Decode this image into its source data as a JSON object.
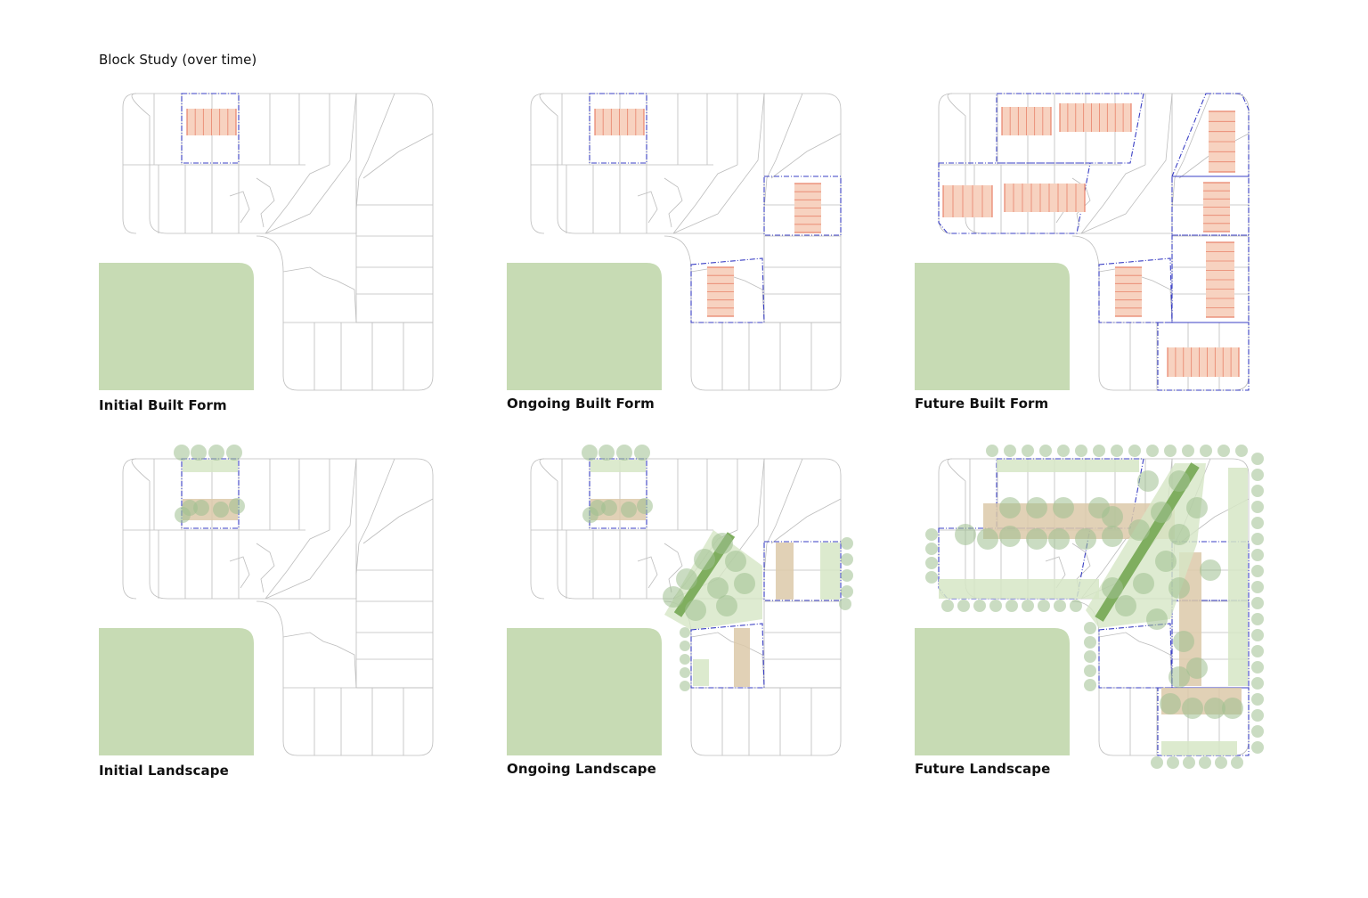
{
  "title": "Block Study (over time)",
  "panels": [
    {
      "id": "initial-built-form",
      "caption": "Initial Built Form"
    },
    {
      "id": "ongoing-built-form",
      "caption": "Ongoing Built Form"
    },
    {
      "id": "future-built-form",
      "caption": "Future Built Form"
    },
    {
      "id": "initial-landscape",
      "caption": "Initial Landscape"
    },
    {
      "id": "ongoing-landscape",
      "caption": "Ongoing Landscape"
    },
    {
      "id": "future-landscape",
      "caption": "Future Landscape"
    }
  ],
  "colors": {
    "park": "#c7dbb4",
    "building_fill": "#f7d2c0",
    "building_line": "#e8826a",
    "site_boundary": "#3a3fc4",
    "parcel_line": "#bdbdbd",
    "tree": "#9fc08f",
    "lawn": "#d6e6c6",
    "path": "#dcc9a9",
    "green_corridor": "#7fae5f"
  }
}
